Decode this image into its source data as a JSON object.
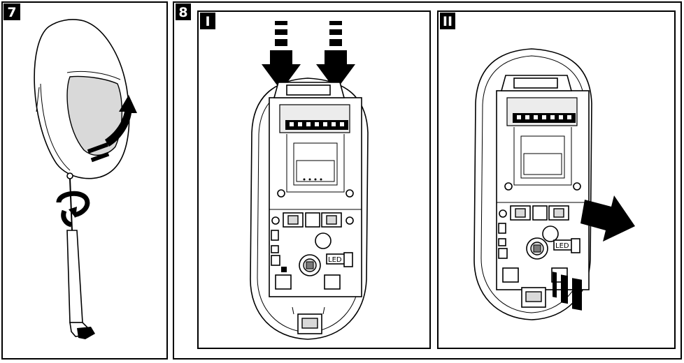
{
  "steps": [
    {
      "number": "7"
    },
    {
      "number": "8",
      "substeps": [
        {
          "roman": "I"
        },
        {
          "roman": "II"
        }
      ]
    }
  ],
  "board_text": {
    "led_label_1": "LED",
    "led_label_2": "LED"
  }
}
